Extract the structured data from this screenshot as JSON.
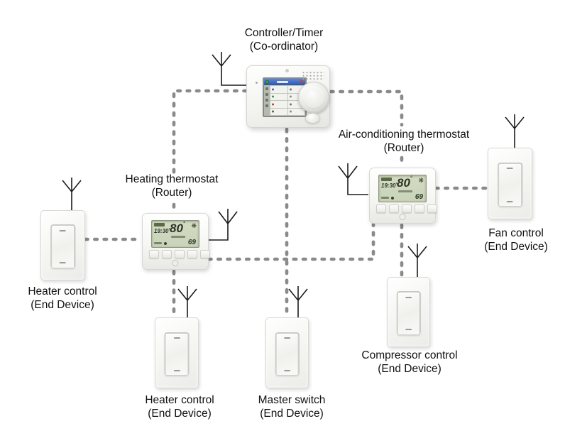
{
  "nodes": {
    "controller": {
      "name": "Controller/Timer",
      "role": "(Co-ordinator)"
    },
    "heating_thermostat": {
      "name": "Heating thermostat",
      "role": "(Router)"
    },
    "ac_thermostat": {
      "name": "Air-conditioning thermostat",
      "role": "(Router)"
    },
    "heater_control_left": {
      "name": "Heater control",
      "role": "(End Device)"
    },
    "heater_control_bottom": {
      "name": "Heater control",
      "role": "(End Device)"
    },
    "master_switch": {
      "name": "Master switch",
      "role": "(End Device)"
    },
    "compressor_control": {
      "name": "Compressor control",
      "role": "(End Device)"
    },
    "fan_control": {
      "name": "Fan control",
      "role": "(End Device)"
    }
  },
  "thermostat_lcd": {
    "time": "19:30",
    "degree": "°",
    "temp": "80",
    "setpoint": "69"
  },
  "icons": {
    "fan_symbol": "❋"
  },
  "colors": {
    "link": "#8a8a8a",
    "antenna": "#1b1b1b",
    "lcd_bg": "#ccd6bd",
    "screen_bar": "#3a63c8",
    "label_text": "#101010"
  }
}
